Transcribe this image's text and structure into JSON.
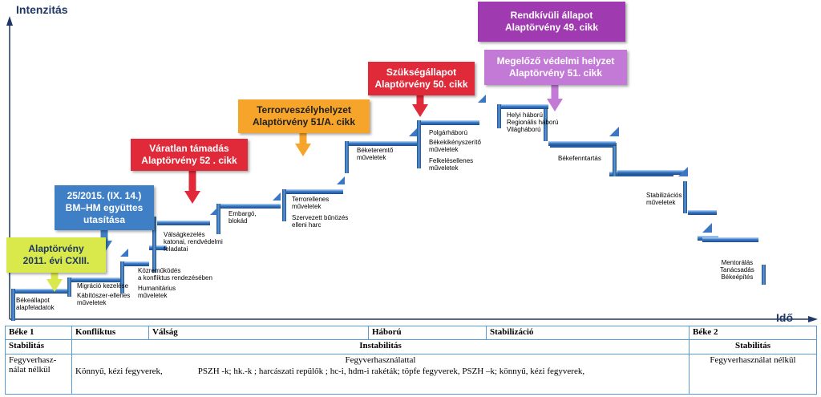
{
  "axes": {
    "y_label": "Intenzitás",
    "x_label": "Idő"
  },
  "boxes": [
    {
      "key": "alaptorveny",
      "text": "Alaptörvény\n2011. évi CXIII.",
      "bg": "#d9e84a",
      "fg": "#1f3864"
    },
    {
      "key": "bm_hm",
      "text": "25/2015. (IX. 14.)\nBM–HM együttes\nutasítása",
      "bg": "#3e7fc6",
      "fg": "#ffffff"
    },
    {
      "key": "varatlan",
      "text": "Váratlan támadás\nAlaptörvény 52 . cikk",
      "bg": "#e02a3a",
      "fg": "#ffffff"
    },
    {
      "key": "terror",
      "text": "Terrorveszélyhelyzet\nAlaptörvény 51/A. cikk",
      "bg": "#f6a52a",
      "fg": "#1f1f1f"
    },
    {
      "key": "szukseg",
      "text": "Szükségállapot\nAlaptörvény 50. cikk",
      "bg": "#e02a3a",
      "fg": "#ffffff"
    },
    {
      "key": "rendkivuli",
      "text": "Rendkívüli állapot\nAlaptörvény 49. cikk",
      "bg": "#a03ab0",
      "fg": "#ffffff"
    },
    {
      "key": "megelozo",
      "text": "Megelőző védelmi helyzet\nAlaptörvény 51. cikk",
      "bg": "#c37ad6",
      "fg": "#ffffff"
    }
  ],
  "step_labels": [
    {
      "text": "Békeállapot\nalapfeladatok"
    },
    {
      "text": "Migráció kezelése"
    },
    {
      "text": "Kábítószer-ellenes\nműveletek"
    },
    {
      "text": "Közreműködés\na konfliktus rendezésében"
    },
    {
      "text": "Humanitárius\nműveletek"
    },
    {
      "text": "Válságkezelés\nkatonai, rendvédelmi\nfeladatai"
    },
    {
      "text": "Embargó,\nblokád"
    },
    {
      "text": "Terrorellenes\nműveletek"
    },
    {
      "text": "Szervezett bűnözés\nelleni harc"
    },
    {
      "text": "Béketeremtő\nműveletek"
    },
    {
      "text": "Polgárháború"
    },
    {
      "text": "Békekikényszerítő\nműveletek"
    },
    {
      "text": "Felkelésellenes\nműveletek"
    },
    {
      "text": "Helyi háború\nRegionális háború\nVilágháború"
    },
    {
      "text": "Békefenntartás"
    },
    {
      "text": "Stabilizációs\nműveletek"
    },
    {
      "text": "Mentorálás\nTanácsadás\nBékeépítés"
    }
  ],
  "colors": {
    "step_main": "#3a78c4",
    "step_light": "#9fc8ee",
    "step_dark": "#1d4e89",
    "table_border": "#5b9bd5"
  },
  "table": {
    "phases": [
      "Béke 1",
      "Konfliktus",
      "Válság",
      "Háború",
      "Stabilizáció",
      "Béke 2"
    ],
    "stability": [
      "Stabilitás",
      "Instabilitás",
      "Stabilitás"
    ],
    "weapons_left": "Fegyverhasz-\nnálat nélkül",
    "weapons_mid_title": "Fegyverhasználattal",
    "weapons_mid_a": "Könnyű, kézi fegyverek,",
    "weapons_mid_b": "PSZH -k; hk.-k ; harcászati repülők ; hc-i, hdm-i rakéták; töpfe fegyverek, PSZH –k; könnyű, kézi fegyverek,",
    "weapons_right": "Fegyverhasználat nélkül"
  }
}
